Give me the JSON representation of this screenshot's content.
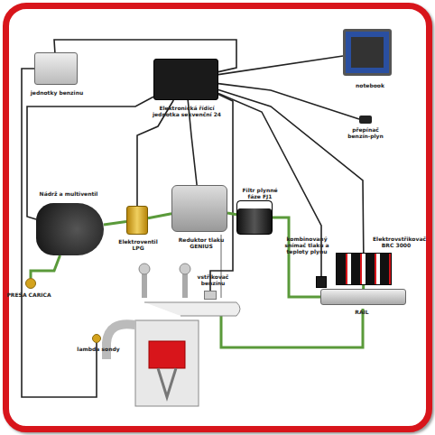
{
  "diagram": {
    "nodes": [
      {
        "text": [
          "jednotky benzinu"
        ]
      },
      {
        "text": [
          "Elektronická řídicí jednotka sekvenční 24"
        ]
      },
      {
        "text": [
          "notebook"
        ]
      },
      {
        "text": [
          "přepínač benzín-plyn"
        ]
      },
      {
        "text": [
          "Nádrž a multiventil"
        ]
      },
      {
        "text": [
          "PRESA CARICA"
        ]
      },
      {
        "text": [
          "Elektroventil LPG"
        ]
      },
      {
        "text": [
          "Reduktor tlaku GENIUS"
        ]
      },
      {
        "text": [
          "Filtr plynné fáze FJ1"
        ]
      },
      {
        "text": [
          "vstřikovač benzínu"
        ]
      },
      {
        "text": [
          "kombinovaný snímač tlaku a teploty plynu"
        ]
      },
      {
        "text": [
          "Elektrovstřikovač BRC 3000"
        ]
      },
      {
        "text": [
          "RAIL"
        ]
      },
      {
        "text": [
          "lambda sondy"
        ]
      }
    ],
    "edges": [
      {
        "from": 0,
        "to": 1,
        "arrow": "none"
      },
      {
        "from": 1,
        "to": 2,
        "arrow": "none"
      },
      {
        "from": 1,
        "to": 3,
        "arrow": "none"
      },
      {
        "from": 1,
        "to": 6,
        "arrow": "none"
      },
      {
        "from": 1,
        "to": 7,
        "arrow": "none"
      },
      {
        "from": 1,
        "to": 11,
        "arrow": "none"
      },
      {
        "from": 1,
        "to": 10,
        "arrow": "none"
      },
      {
        "from": 1,
        "to": 9,
        "arrow": "none"
      },
      {
        "from": 1,
        "to": 4,
        "arrow": "none"
      },
      {
        "from": 0,
        "to": 13,
        "arrow": "none"
      },
      {
        "from": 4,
        "to": 5,
        "arrow": "none"
      },
      {
        "from": 4,
        "to": 6,
        "arrow": "none"
      },
      {
        "from": 6,
        "to": 7,
        "arrow": "none"
      },
      {
        "from": 7,
        "to": 8,
        "arrow": "none"
      },
      {
        "from": 8,
        "to": 12,
        "arrow": "none"
      },
      {
        "from": 12,
        "to": 11,
        "arrow": "none"
      }
    ]
  }
}
